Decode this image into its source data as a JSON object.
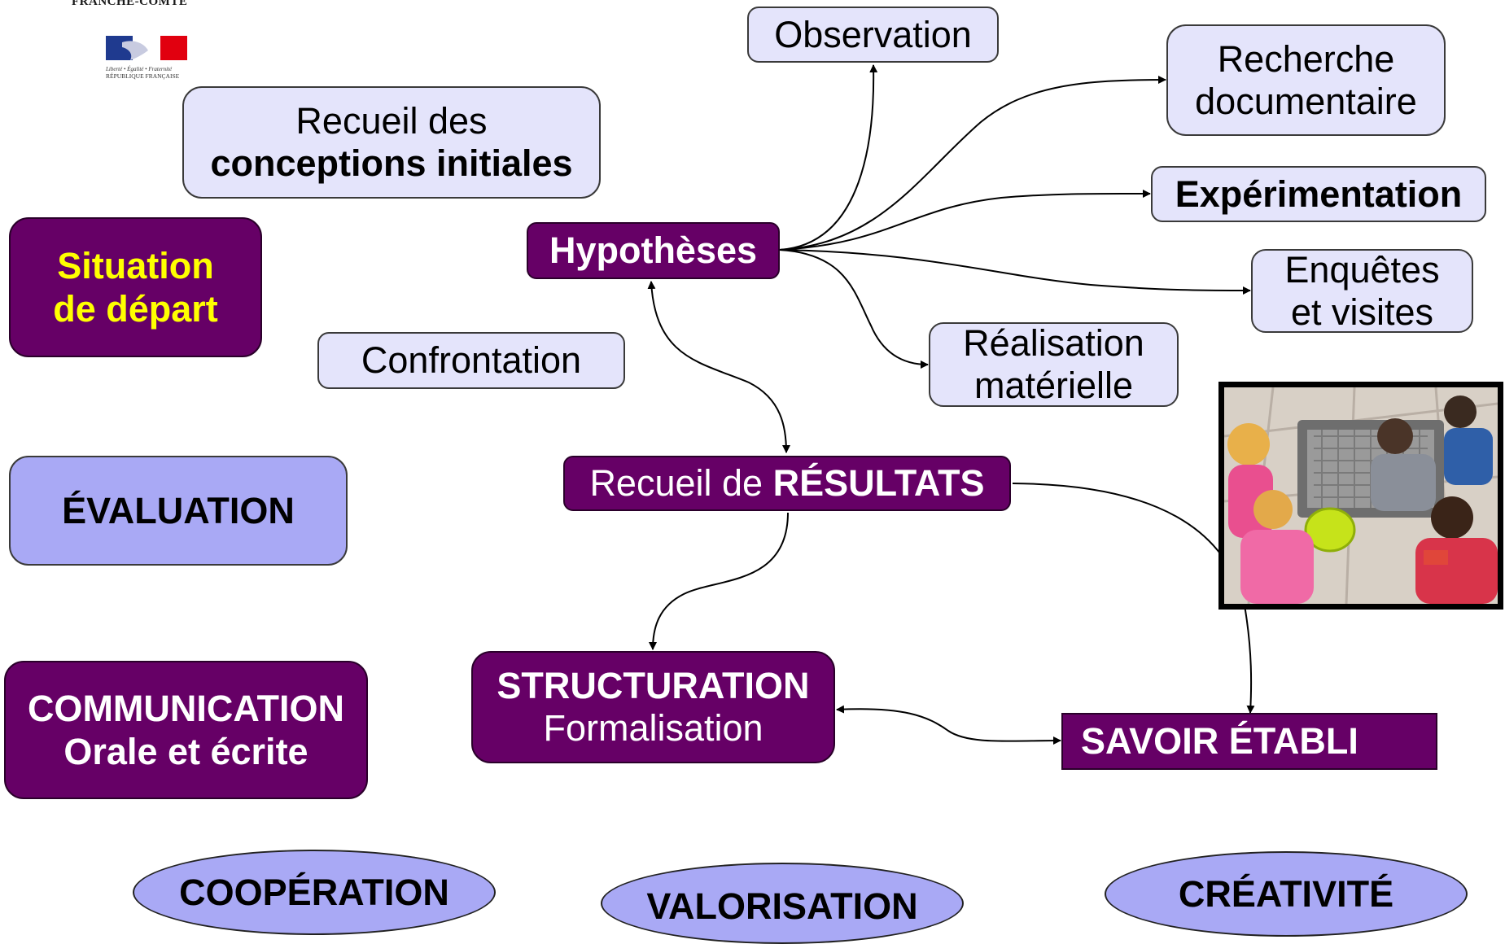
{
  "header": {
    "org_label": "FRANCHE-COMTÉ",
    "flag_colors": [
      "#1f3a8f",
      "#ffffff",
      "#e1000f"
    ],
    "flag_motto": "Liberté • Égalité • Fraternité",
    "flag_caption": "RÉPUBLIQUE FRANÇAISE"
  },
  "nodes": {
    "recueil_conceptions": {
      "line1": "Recueil des",
      "line2": "conceptions initiales"
    },
    "situation": {
      "line1": "Situation",
      "line2": "de départ"
    },
    "confrontation": {
      "label": "Confrontation"
    },
    "evaluation": {
      "label": "ÉVALUATION"
    },
    "communication": {
      "line1": "COMMUNICATION",
      "line2": "Orale et écrite"
    },
    "observation": {
      "label": "Observation"
    },
    "recherche": {
      "line1": "Recherche",
      "line2": "documentaire"
    },
    "experimentation": {
      "label": "Expérimentation"
    },
    "enquetes": {
      "line1": "Enquêtes",
      "line2": "et visites"
    },
    "realisation": {
      "line1": "Réalisation",
      "line2": "matérielle"
    },
    "hypotheses": {
      "label": "Hypothèses"
    },
    "resultats": {
      "prefix": "Recueil de ",
      "bold": "RÉSULTATS"
    },
    "structuration": {
      "line1": "STRUCTURATION",
      "line2": "Formalisation"
    },
    "savoir": {
      "label": "SAVOIR ÉTABLI"
    }
  },
  "values_row": {
    "cooperation": "COOPÉRATION",
    "valorisation": "VALORISATION",
    "creativite": "CRÉATIVITÉ"
  },
  "colors": {
    "light_box": "#e4e4fb",
    "dark_box": "#660066",
    "situation_text": "#ffff00",
    "evaluation_box": "#a9a9f5",
    "ellipse": "#a9a9f5"
  },
  "photo": {
    "description_icon": "classroom-photo"
  }
}
